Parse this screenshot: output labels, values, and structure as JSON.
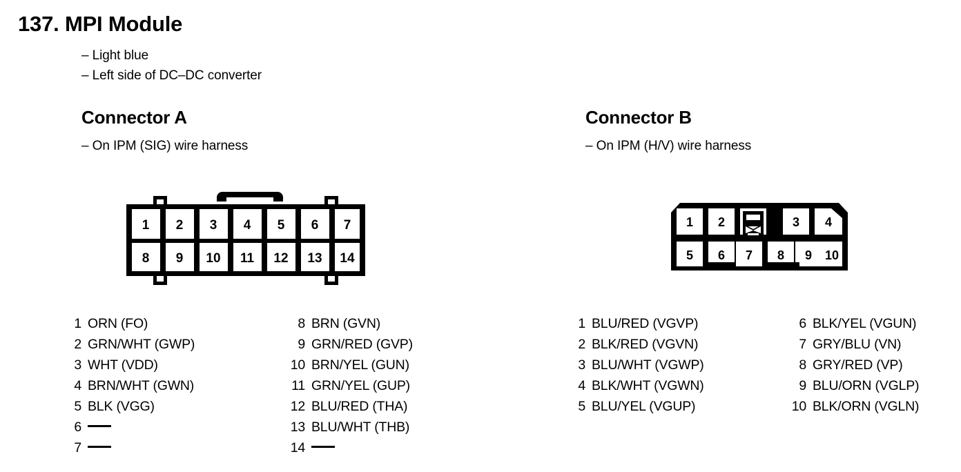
{
  "page": {
    "title": "137. MPI Module",
    "notes": [
      "– Light blue",
      "– Left side of DC–DC converter"
    ]
  },
  "connectors": [
    {
      "id": "a",
      "heading": "Connector A",
      "subtitle": "– On IPM (SIG) wire harness",
      "diagram": {
        "type": "rectangular-2row",
        "columns": 7,
        "rows": 2,
        "top_row_pins": [
          "1",
          "2",
          "3",
          "4",
          "5",
          "6",
          "7"
        ],
        "bottom_row_pins": [
          "8",
          "9",
          "10",
          "11",
          "12",
          "13",
          "14"
        ],
        "features": [
          "top-center-latch-handle",
          "top-square-tabs",
          "bottom-square-tabs"
        ]
      },
      "pins_left": [
        {
          "num": "1",
          "desc": "ORN (FO)"
        },
        {
          "num": "2",
          "desc": "GRN/WHT (GWP)"
        },
        {
          "num": "3",
          "desc": "WHT (VDD)"
        },
        {
          "num": "4",
          "desc": "BRN/WHT (GWN)"
        },
        {
          "num": "5",
          "desc": "BLK (VGG)"
        },
        {
          "num": "6",
          "desc": ""
        },
        {
          "num": "7",
          "desc": ""
        }
      ],
      "pins_right": [
        {
          "num": "8",
          "desc": "BRN (GVN)"
        },
        {
          "num": "9",
          "desc": "GRN/RED (GVP)"
        },
        {
          "num": "10",
          "desc": "BRN/YEL (GUN)"
        },
        {
          "num": "11",
          "desc": "GRN/YEL (GUP)"
        },
        {
          "num": "12",
          "desc": "BLU/RED (THA)"
        },
        {
          "num": "13",
          "desc": "BLU/WHT (THB)"
        },
        {
          "num": "14",
          "desc": ""
        }
      ]
    },
    {
      "id": "b",
      "heading": "Connector B",
      "subtitle": "– On IPM (H/V) wire harness",
      "diagram": {
        "type": "chamfered-2row",
        "columns": 6,
        "rows": 2,
        "top_row_pins": [
          "1",
          "2",
          "latch",
          "",
          "3",
          "4"
        ],
        "bottom_row_pins": [
          "5",
          "6",
          "7",
          "8",
          "9",
          "10"
        ],
        "features": [
          "chamfered-top-corners",
          "center-latch-x",
          "bottom-notches"
        ]
      },
      "pins_left": [
        {
          "num": "1",
          "desc": "BLU/RED (VGVP)"
        },
        {
          "num": "2",
          "desc": "BLK/RED (VGVN)"
        },
        {
          "num": "3",
          "desc": "BLU/WHT (VGWP)"
        },
        {
          "num": "4",
          "desc": "BLK/WHT (VGWN)"
        },
        {
          "num": "5",
          "desc": "BLU/YEL (VGUP)"
        }
      ],
      "pins_right": [
        {
          "num": "6",
          "desc": "BLK/YEL (VGUN)"
        },
        {
          "num": "7",
          "desc": "GRY/BLU (VN)"
        },
        {
          "num": "8",
          "desc": "GRY/RED (VP)"
        },
        {
          "num": "9",
          "desc": "BLU/ORN (VGLP)"
        },
        {
          "num": "10",
          "desc": "BLK/ORN (VGLN)"
        }
      ]
    }
  ],
  "colors": {
    "ink": "#000000",
    "paper": "#ffffff"
  }
}
